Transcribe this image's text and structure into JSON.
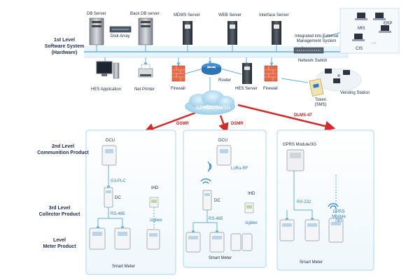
{
  "levels": {
    "l1": [
      "1st Level",
      "Software System",
      "(Hardware)"
    ],
    "l2": [
      "2nd Level",
      "Communition Product"
    ],
    "l3": [
      "3rd Level",
      "Collector Product"
    ],
    "l4": [
      "Level",
      "Meter Product"
    ]
  },
  "servers": {
    "db": "DB Server",
    "backup": "Back DB server",
    "mdms": "MDMS Server",
    "web": "WEB Server",
    "iface": "Interface Server"
  },
  "top_row": {
    "disk_array": "Disk Array",
    "integrated_line1": "Integrated into External",
    "integrated_line2": "Management System",
    "network_switch": "Network Switch",
    "mis": "MIS",
    "erp": "ERP",
    "cis": "CIS",
    "ellipsis": "..."
  },
  "mid_row": {
    "hes_app": "HES Application",
    "net_printer": "Net Printer",
    "firewall1": "Firewall",
    "router": "Router",
    "hes_server": "HES Server",
    "firewall2": "Firewall",
    "vending": "Vending Station",
    "token_line1": "Token",
    "token_line2": "(SMS)"
  },
  "network": {
    "cloud": "GPRS/GSM/3G",
    "dlms": "DLMS-47",
    "dsmr1": "DSMR",
    "dsmr2": "DSMR"
  },
  "panel1": {
    "dcu": "DCU",
    "g3plc": "G3-PLC",
    "dc": "DC",
    "rs485": "RS-485",
    "ihd": "IHD",
    "zigbee": "zigbee",
    "smart_meter": "Smart Meter"
  },
  "panel2": {
    "dcu": "DCU",
    "lora": "LoRa-RF",
    "dc": "DC",
    "ihd": "IHD",
    "rs485": "RS-485",
    "zigbee": "zigbee",
    "smart_meter": "Smart Meter"
  },
  "panel3": {
    "module": "GPRS Module/3G",
    "rs232": "RS-232",
    "gprs_line1": "GPRS",
    "gprs_line2": "Module",
    "gprs_line3": "/3G",
    "smart_meter": "Smart Meter"
  },
  "colors": {
    "panel_border": "#b9dcf0",
    "panel_fill": "#f2f9fd",
    "link_blue": "#5fb0e0",
    "accent_red": "#d42a2a",
    "cloud_blue": "#9fd1ef"
  }
}
